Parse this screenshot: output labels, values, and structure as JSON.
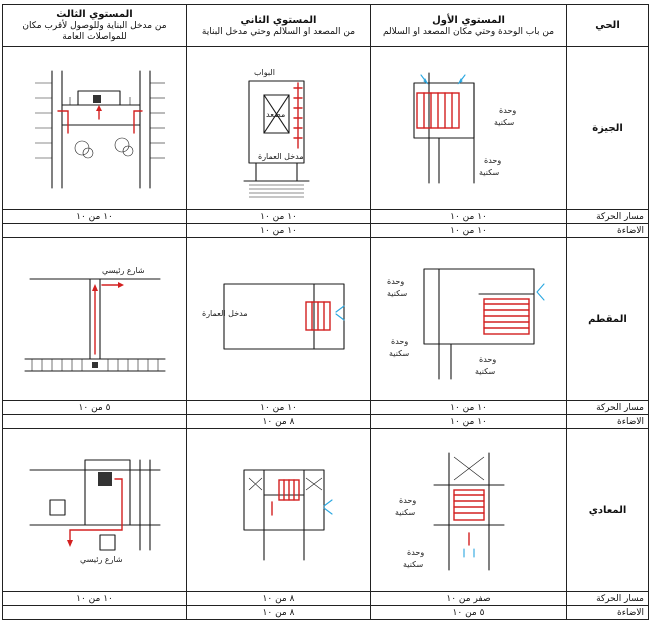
{
  "headers": {
    "level3_title": "المستوي الثالث",
    "level3_sub": "من مدخل البناية وللوصول لأقرب مكان للمواصلات العامة",
    "level2_title": "المستوي الثاني",
    "level2_sub": "من المصعد او السلالم وحتي مدخل البناية",
    "level1_title": "المستوي الأول",
    "level1_sub": "من باب الوحدة وحتي مكان المصعد او السلالم",
    "district": "الحي"
  },
  "rows": [
    {
      "district": "الجيزة",
      "sketch_notes": {
        "l2_top": "البواب",
        "l2_mid": "مصعد",
        "l2_bottom": "مدخل العمارة",
        "l1_a": "وحدة",
        "l1_a2": "سكنية",
        "l1_b": "وحدة",
        "l1_b2": "سكنية"
      },
      "movement": {
        "label": "مسار الحركة",
        "l3": "١٠ من ١٠",
        "l2": "١٠ من ١٠",
        "l1": "١٠ من ١٠"
      },
      "lighting": {
        "label": "الاضاءة",
        "l3": "",
        "l2": "١٠ من ١٠",
        "l1": "١٠ من ١٠"
      }
    },
    {
      "district": "المقطم",
      "sketch_notes": {
        "l3_top": "شارع رئيسي",
        "l2_left": "مدخل العمارة",
        "l1_a": "وحدة",
        "l1_a2": "سكنية",
        "l1_b": "وحدة",
        "l1_b2": "سكنية",
        "l1_c": "وحدة",
        "l1_c2": "سكنية"
      },
      "movement": {
        "label": "مسار الحركة",
        "l3": "٥ من ١٠",
        "l2": "١٠ من ١٠",
        "l1": "١٠ من ١٠"
      },
      "lighting": {
        "label": "الاضاءة",
        "l3": "",
        "l2": "٨ من ١٠",
        "l1": "١٠ من ١٠"
      }
    },
    {
      "district": "المعادي",
      "sketch_notes": {
        "l3_bottom": "شارع رئيسي",
        "l1_a": "وحدة",
        "l1_a2": "سكنية",
        "l1_b": "وحدة",
        "l1_b2": "سكنية"
      },
      "movement": {
        "label": "مسار الحركة",
        "l3": "١٠ من ١٠",
        "l2": "٨ من ١٠",
        "l1": "صفر من ١٠"
      },
      "lighting": {
        "label": "الاضاءة",
        "l3": "",
        "l2": "٨ من ١٠",
        "l1": "٥ من ١٠"
      }
    }
  ],
  "colors": {
    "path": "#d32020",
    "light": "#2aa7e0",
    "ink": "#1a1a1a"
  }
}
